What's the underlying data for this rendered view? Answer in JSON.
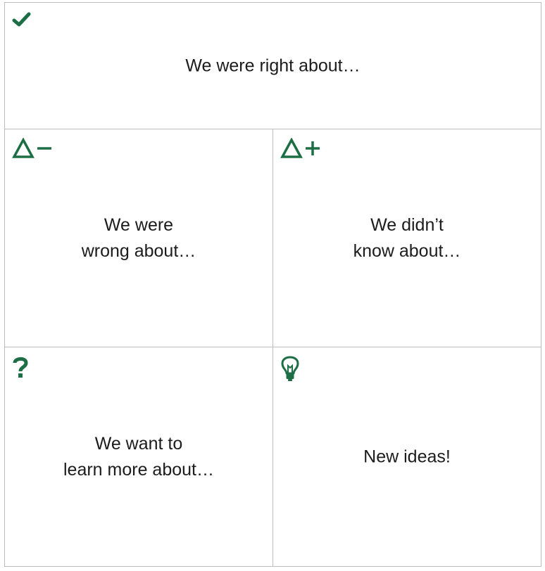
{
  "board": {
    "accent_color": "#1e6e45",
    "cells": {
      "right": {
        "icon": "checkmark-icon",
        "label": "We were right about…"
      },
      "wrong": {
        "icon": "delta-minus-icon",
        "label": "We were\nwrong about…"
      },
      "didnt_know": {
        "icon": "delta-plus-icon",
        "label": "We didn’t\nknow about…"
      },
      "learn_more": {
        "icon": "question-mark-icon",
        "label": "We want to\nlearn more about…"
      },
      "new_ideas": {
        "icon": "lightbulb-icon",
        "label": "New ideas!"
      }
    }
  }
}
